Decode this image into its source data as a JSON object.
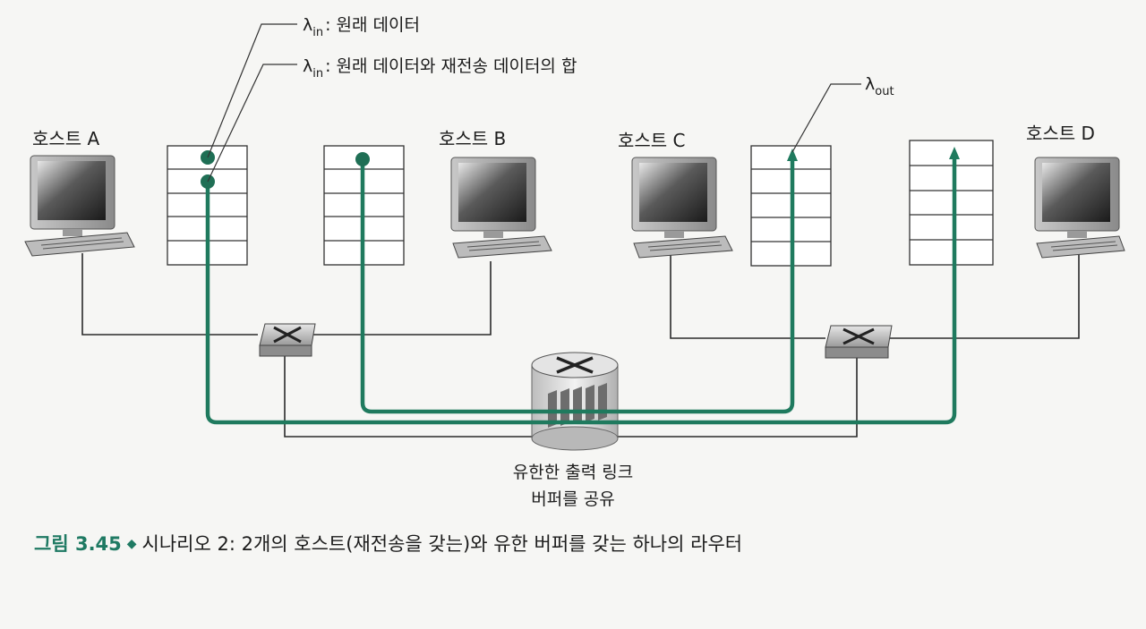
{
  "legend": {
    "line1_symbol": "λ",
    "line1_sub": "in",
    "line1_text": ": 원래 데이터",
    "line2_symbol": "λ",
    "line2_sub": "in",
    "line2_text": ": 원래 데이터와 재전송 데이터의 합",
    "out_symbol": "λ",
    "out_sub": "out"
  },
  "hosts": {
    "a": "호스트 A",
    "b": "호스트 B",
    "c": "호스트 C",
    "d": "호스트 D"
  },
  "router_caption": {
    "line1": "유한한 출력 링크",
    "line2": "버퍼를 공유"
  },
  "caption": {
    "figure": "그림 3.45",
    "text": "시나리오 2: 2개의 호스트(재전송을 갖는)와 유한 버퍼를 갖는 하나의 라우터"
  },
  "colors": {
    "flow": "#1f7a5e",
    "line": "#2a2a2a"
  }
}
